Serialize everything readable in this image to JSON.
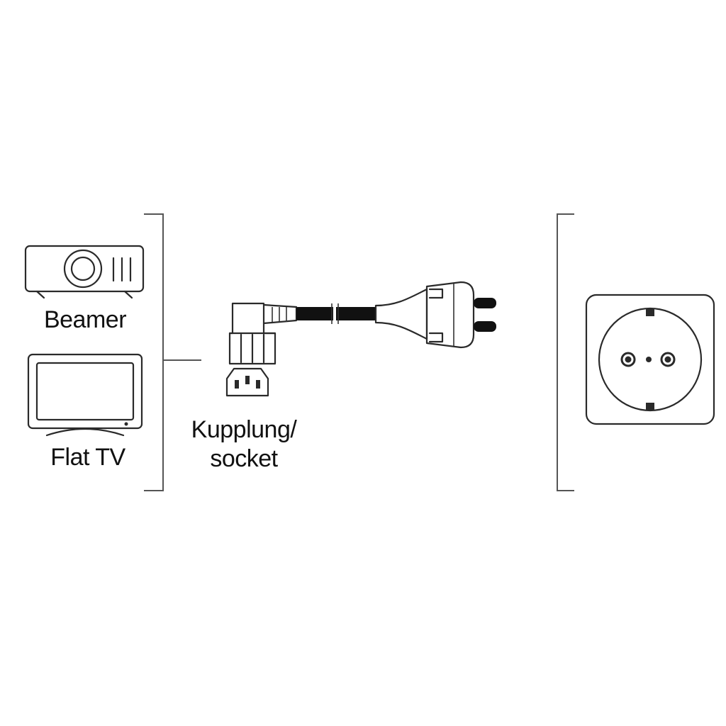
{
  "labels": {
    "beamer": "Beamer",
    "flat_tv": "Flat TV",
    "kupplung": "Kupplung/",
    "socket": "socket"
  },
  "colors": {
    "line": "#2a2a2a",
    "cable": "#111111",
    "background": "#ffffff"
  }
}
